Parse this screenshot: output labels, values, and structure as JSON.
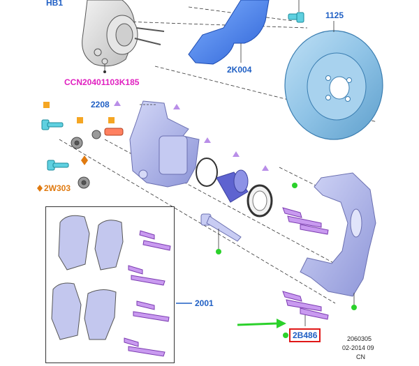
{
  "diagram": {
    "labels": {
      "hub": "HB1",
      "knuckle_code": "CCN20401103K185",
      "shield": "2K004",
      "disc": "1125",
      "guide_kit": "2208",
      "bolts": "2W303",
      "pads": "2001",
      "bracket": "2B486"
    },
    "footer": {
      "line1": "2060305",
      "line2": "02-2014 09",
      "line3": "CN"
    },
    "colors": {
      "part_blue": "#1f5fc4",
      "code_magenta": "#e020c0",
      "bolt_orange": "#e07a10",
      "highlight_red": "#e01818",
      "arrow_green": "#2bd12b",
      "caliper_lilac": "#a9b0e8",
      "disc_blue": "#8fc3e6",
      "shim_violet": "#b86ee0"
    },
    "icons": [
      "square-marker-icon",
      "diamond-marker-icon",
      "triangle-marker-icon",
      "dot-marker-icon",
      "arrow-icon"
    ]
  }
}
